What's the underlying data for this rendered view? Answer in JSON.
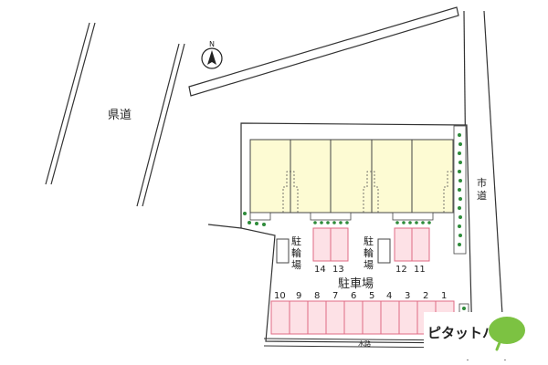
{
  "map": {
    "labels": {
      "prefectural_road": "県道",
      "city_road": "市道",
      "parking_lot": "駐車場",
      "bicycle_parking": "駐輪場",
      "waterway": "水路",
      "north": "N"
    },
    "parking_numbers_bottom": [
      "10",
      "9",
      "8",
      "7",
      "6",
      "5",
      "4",
      "3",
      "2",
      "1"
    ],
    "parking_numbers_mid_left": [
      "14",
      "13"
    ],
    "parking_numbers_mid_right": [
      "12",
      "11"
    ],
    "brand": "ピタットハウス",
    "colors": {
      "building": "#fdfbd3",
      "parking": "#fde1e6",
      "parking_stroke": "#e06a84",
      "greenery": "#2e8b3a",
      "brand_green": "#7cc242"
    }
  }
}
